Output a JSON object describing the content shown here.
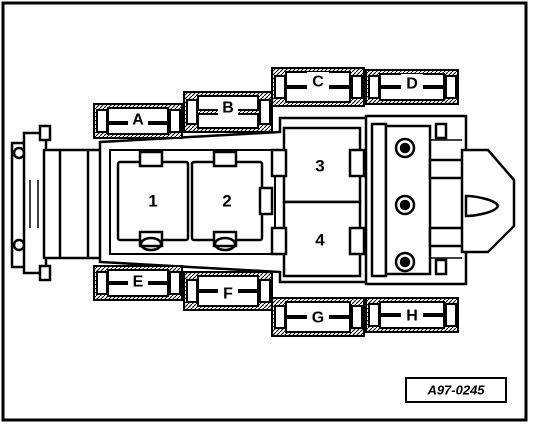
{
  "reference_code": "A97-0245",
  "relays": [
    {
      "id": "relay-1",
      "label": "1"
    },
    {
      "id": "relay-2",
      "label": "2"
    },
    {
      "id": "relay-3",
      "label": "3"
    },
    {
      "id": "relay-4",
      "label": "4"
    }
  ],
  "fuse_holders": [
    {
      "id": "fuse-holder-a",
      "label": "A"
    },
    {
      "id": "fuse-holder-b",
      "label": "B"
    },
    {
      "id": "fuse-holder-c",
      "label": "C"
    },
    {
      "id": "fuse-holder-d",
      "label": "D"
    },
    {
      "id": "fuse-holder-e",
      "label": "E"
    },
    {
      "id": "fuse-holder-f",
      "label": "F"
    },
    {
      "id": "fuse-holder-g",
      "label": "G"
    },
    {
      "id": "fuse-holder-h",
      "label": "H"
    }
  ],
  "colors": {
    "line": "#000000",
    "background": "#ffffff"
  }
}
